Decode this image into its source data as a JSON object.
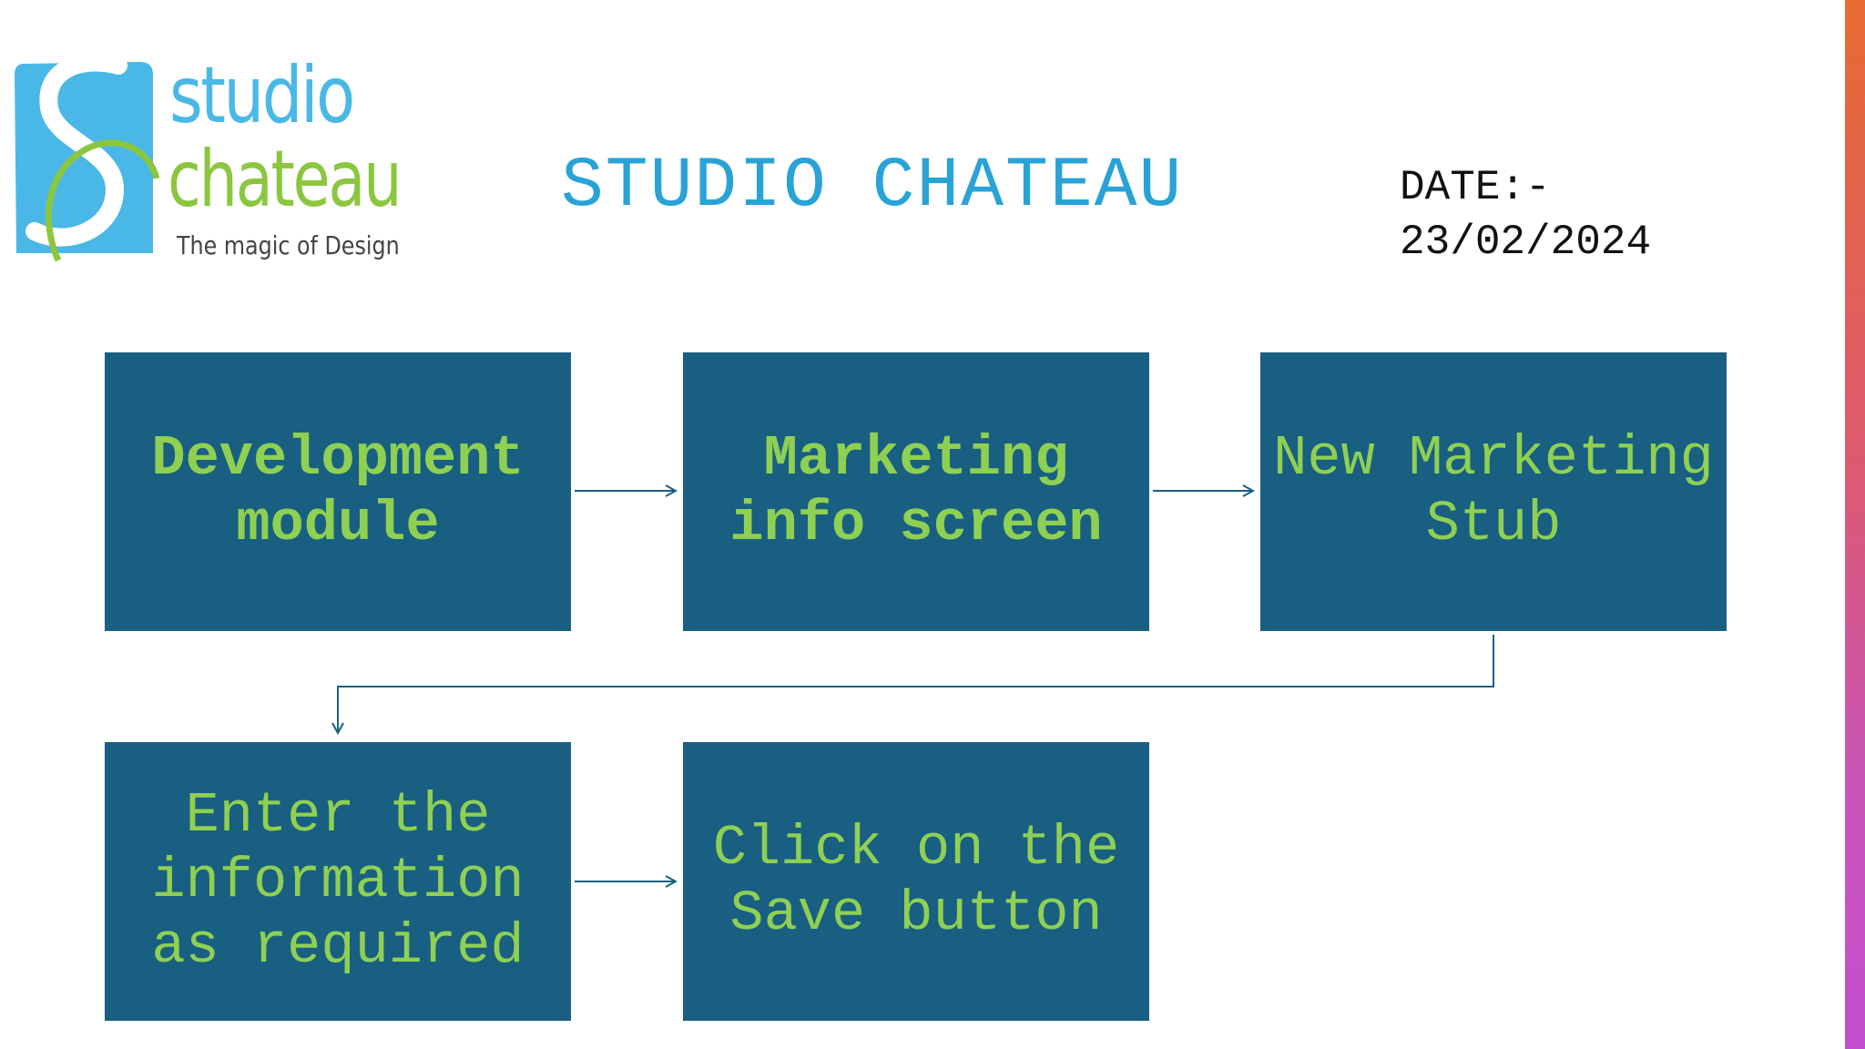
{
  "logo": {
    "word1": "studio",
    "word2": "chateau",
    "tagline": "The magic of Design"
  },
  "header": {
    "title": "STUDIO CHATEAU",
    "date_label": "DATE:-",
    "date_value": "23/02/2024"
  },
  "flow": {
    "steps": [
      {
        "label": "Development module",
        "bold": true
      },
      {
        "label": "Marketing info screen",
        "bold": true
      },
      {
        "label": "New Marketing Stub",
        "bold": false
      },
      {
        "label": "Enter the information as required",
        "bold": false
      },
      {
        "label": "Click on the Save button",
        "bold": false
      }
    ]
  },
  "colors": {
    "box_fill": "#185f82",
    "box_text": "#8fd053",
    "title": "#29a3d6",
    "connector": "#185f82"
  }
}
